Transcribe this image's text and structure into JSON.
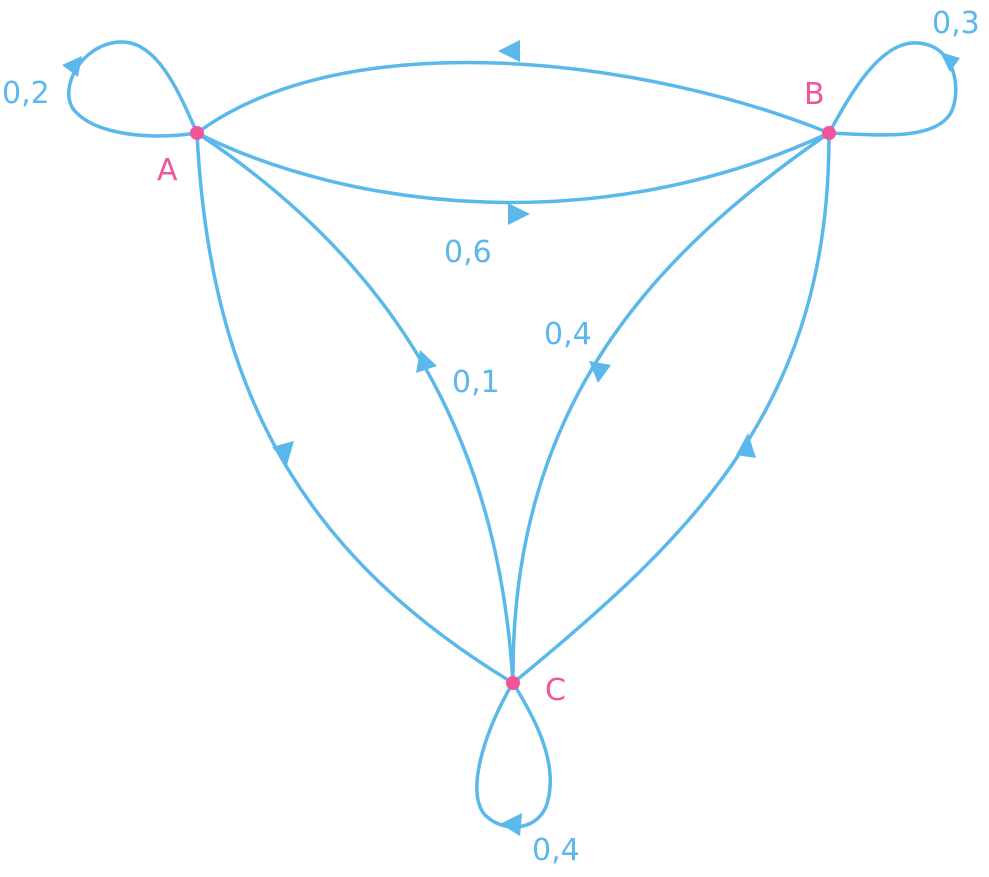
{
  "colors": {
    "edge": "#5bb8ea",
    "node": "#f0549b",
    "label": "#5bb8ea",
    "node_label": "#f0549b"
  },
  "nodes": {
    "A": {
      "label": "A"
    },
    "B": {
      "label": "B"
    },
    "C": {
      "label": "C"
    }
  },
  "edges": [
    {
      "from": "A",
      "to": "A",
      "label": "0,2"
    },
    {
      "from": "B",
      "to": "B",
      "label": "0,3"
    },
    {
      "from": "C",
      "to": "C",
      "label": "0,4"
    },
    {
      "from": "B",
      "to": "A",
      "label": ""
    },
    {
      "from": "A",
      "to": "B",
      "label": "0,6"
    },
    {
      "from": "A",
      "to": "C",
      "label": ""
    },
    {
      "from": "C",
      "to": "A",
      "label": "0,1"
    },
    {
      "from": "B",
      "to": "C",
      "label": "0,4"
    },
    {
      "from": "C",
      "to": "B",
      "label": ""
    }
  ]
}
